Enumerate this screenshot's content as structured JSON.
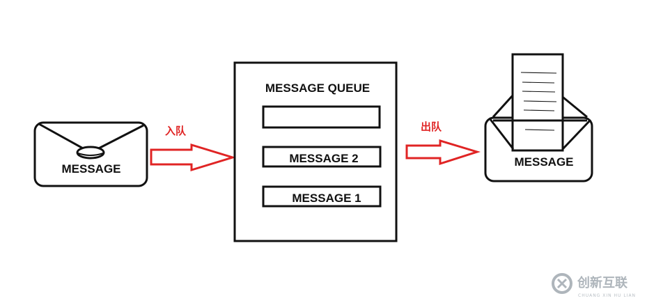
{
  "left_envelope": {
    "label": "MESSAGE"
  },
  "enqueue_arrow": {
    "label": "入队",
    "color": "#e02424"
  },
  "queue": {
    "title": "MESSAGE QUEUE",
    "slots": [
      {
        "label": ""
      },
      {
        "label": "MESSAGE 2"
      },
      {
        "label": "MESSAGE 1"
      }
    ]
  },
  "dequeue_arrow": {
    "label": "出队",
    "color": "#e02424"
  },
  "right_envelope": {
    "label": "MESSAGE"
  },
  "watermark": {
    "text": "创新互联",
    "subtext": "CHUANG XIN HU LIAN",
    "logo_icon": "cx-logo-icon"
  }
}
